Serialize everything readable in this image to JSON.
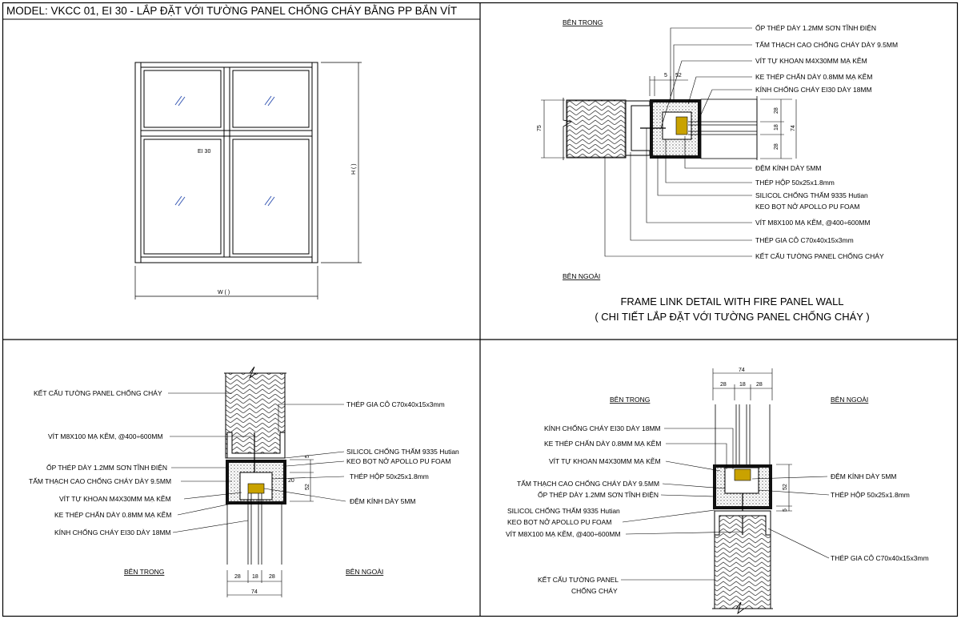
{
  "sheet_title": "MODEL: VKCC 01, EI 30 - LẮP ĐẶT VỚI TƯỜNG PANEL CHỐNG CHÁY BẰNG PP BẮN VÍT",
  "elevation": {
    "glass_label": "EI 30",
    "width_label": "W (      )",
    "height_label": "H (      )"
  },
  "plan_detail": {
    "inside_label": "BÊN TRONG",
    "outside_label": "BÊN NGOÀI",
    "title": "FRAME LINK DETAIL WITH FIRE PANEL WALL",
    "subtitle": "( CHI TIẾT LẮP ĐẶT VỚI TƯỜNG PANEL CHỐNG CHÁY )",
    "dims": {
      "d5": "5",
      "d52": "52",
      "d75": "75",
      "d28a": "28",
      "d18": "18",
      "d28b": "28",
      "d74": "74"
    },
    "callouts": [
      "ỐP THÉP DÀY 1.2MM SƠN TĨNH ĐIỆN",
      "TẤM THẠCH CAO CHỐNG CHÁY DÀY 9.5MM",
      "VÍT TỰ KHOAN M4X30MM MẠ KẼM",
      "KE THÉP CHẤN DÀY 0.8MM MẠ KẼM",
      "KÍNH CHỐNG CHÁY EI30 DÀY 18MM",
      "ĐỆM KÍNH DÀY 5MM",
      "THÉP HỘP 50x25x1.8mm",
      "SILICOL CHỐNG THẤM 9335 Hutian",
      "KEO BỌT NỞ APOLLO PU FOAM",
      "VÍT M8X100 MẠ KẼM, @400÷600MM",
      "THÉP GIA CÔ C70x40x15x3mm",
      "KẾT CẤU TƯỜNG PANEL CHỐNG CHÁY"
    ]
  },
  "section_top": {
    "callouts": [
      "KẾT CẤU TƯỜNG PANEL CHỐNG CHÁY",
      "VÍT M8X100 MẠ KẼM, @400÷600MM",
      "ỐP THÉP DÀY 1.2MM SƠN TĨNH ĐIỆN",
      "TẤM THẠCH CAO CHỐNG CHÁY DÀY 9.5MM",
      "VÍT TỰ KHOAN M4X30MM MẠ KẼM",
      "KE THÉP CHẤN DÀY 0.8MM MẠ KẼM",
      "KÍNH CHỐNG CHÁY EI30 DÀY 18MM",
      "THÉP GIA CÔ C70x40x15x3mm",
      "SILICOL CHỐNG THẤM 9335 Hutian",
      "KEO BỌT NỞ APOLLO PU FOAM",
      "THÉP HỘP 50x25x1.8mm",
      "ĐỆM KÍNH DÀY 5MM"
    ],
    "inside_label": "BÊN TRONG",
    "outside_label": "BÊN NGOÀI",
    "dims": {
      "d5": "5",
      "d20": "20",
      "d52": "52",
      "d28a": "28",
      "d18": "18",
      "d28b": "28",
      "d74": "74"
    }
  },
  "section_bottom": {
    "inside_label": "BÊN TRONG",
    "outside_label": "BÊN NGOÀI",
    "dims": {
      "d74": "74",
      "d28a": "28",
      "d18": "18",
      "d28b": "28",
      "d52": "52",
      "d5": "5"
    },
    "callouts": [
      "KÍNH CHỐNG CHÁY EI30 DÀY 18MM",
      "KE THÉP CHẤN DÀY 0.8MM MẠ KẼM",
      "VÍT TỰ KHOAN M4X30MM MẠ KẼM",
      "TẤM THẠCH CAO CHỐNG CHÁY DÀY 9.5MM",
      "ỐP THÉP DÀY 1.2MM SƠN TĨNH ĐIỆN",
      "SILICOL CHỐNG THẤM 9335 Hutian",
      "KEO BỌT NỞ APOLLO PU FOAM",
      "VÍT M8X100 MẠ KẼM, @400÷600MM",
      "KẾT CẤU TƯỜNG PANEL",
      "CHỐNG CHÁY",
      "ĐỆM KÍNH DÀY 5MM",
      "THÉP HỘP 50x25x1.8mm",
      "THÉP GIA CÔ C70x40x15x3mm"
    ]
  },
  "colors": {
    "line": "#000000",
    "seal": "#c9a200",
    "gasket": "#6b6b6b",
    "hatch": "#444444"
  }
}
